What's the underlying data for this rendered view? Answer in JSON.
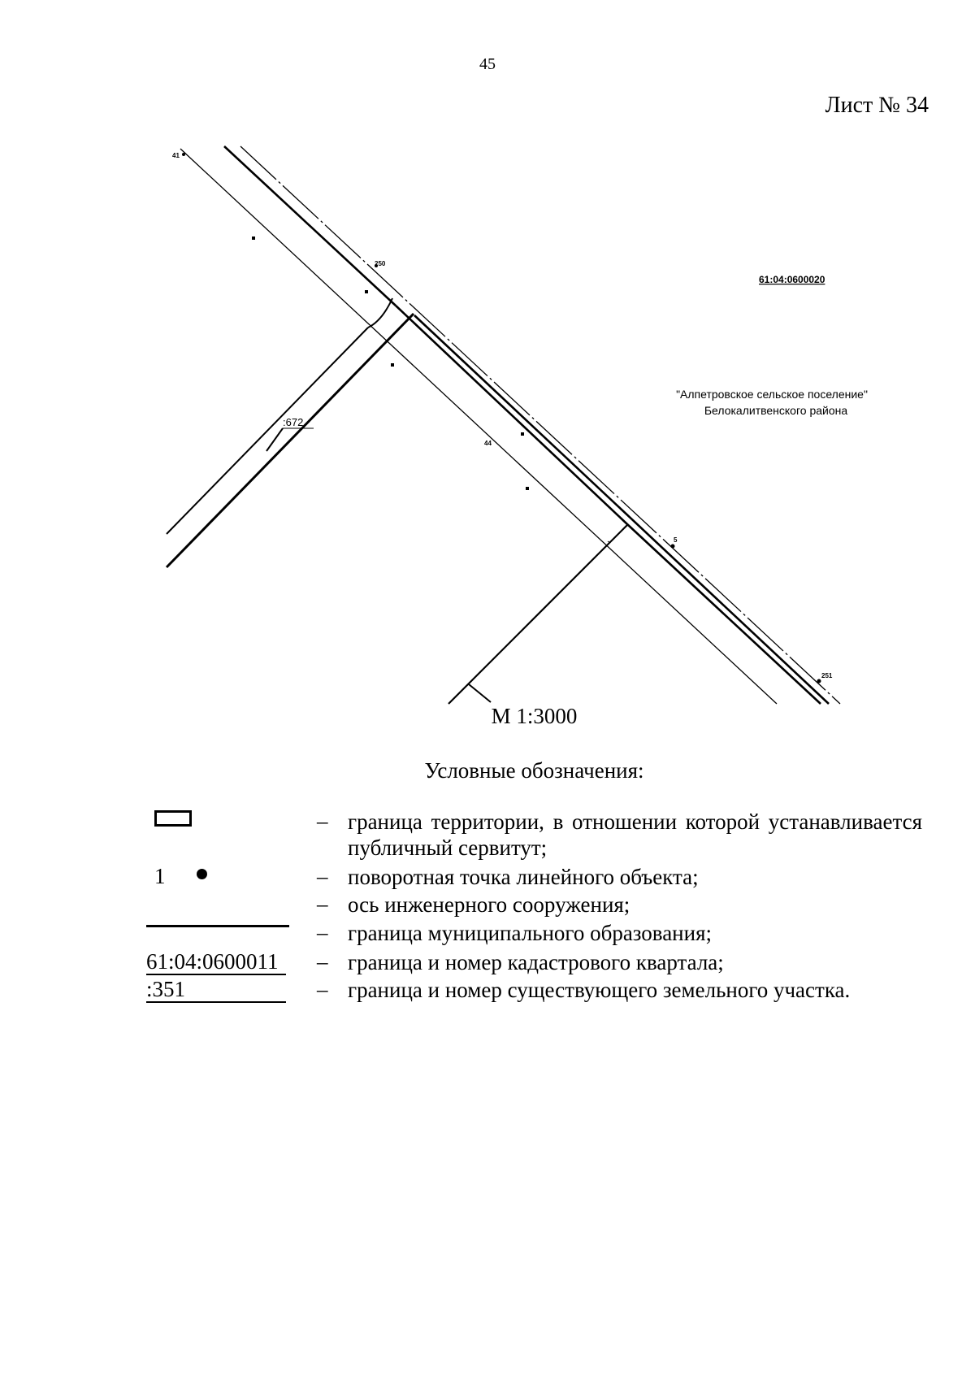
{
  "header": {
    "page_number": "45",
    "sheet_label": "Лист № 34"
  },
  "map": {
    "cadastral_quarter_label": "61:04:0600020",
    "settlement_label_line1": "\"Алпетровское сельское поселение\"",
    "settlement_label_line2": "Белокалитвенского района",
    "parcel_label": ":672",
    "point_labels": [
      "41",
      "250",
      "44",
      "5",
      "251"
    ]
  },
  "scale": "М 1:3000",
  "legend": {
    "title": "Условные обозначения:",
    "dash": "–",
    "items": [
      {
        "symbol": "rectangle",
        "text": "граница территории, в отношении которой устанавливается публичный сервитут;"
      },
      {
        "symbol": "point",
        "symbol_label": "1",
        "text": "поворотная точка линейного объекта;"
      },
      {
        "symbol": "none",
        "text": "ось инженерного сооружения;"
      },
      {
        "symbol": "line",
        "text": "граница муниципального образования;"
      },
      {
        "symbol": "cadastral",
        "symbol_label": "61:04:0600011",
        "text": "граница и номер кадастрового квартала;"
      },
      {
        "symbol": "parcel",
        "symbol_label": ":351",
        "text": "граница и номер существующего земельного участка."
      }
    ]
  }
}
